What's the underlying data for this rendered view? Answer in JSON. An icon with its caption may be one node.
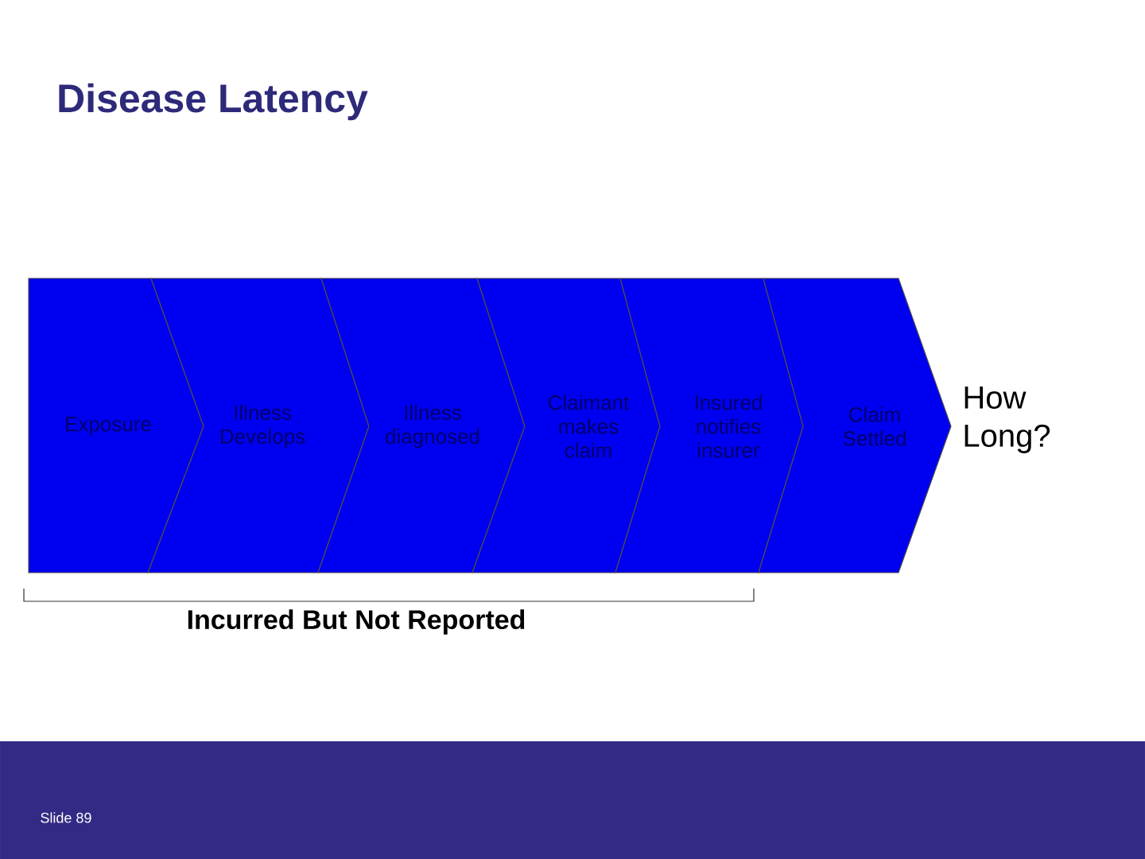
{
  "diagram": {
    "title": "Disease Latency",
    "nodes": [
      {
        "text": [
          "Exposure"
        ]
      },
      {
        "text": [
          "Illness Develops"
        ]
      },
      {
        "text": [
          "Illness diagnosed"
        ]
      },
      {
        "text": [
          "Claimant makes claim"
        ]
      },
      {
        "text": [
          "Insured notifies insurer"
        ]
      },
      {
        "text": [
          "Claim Settled"
        ]
      }
    ],
    "labels": [
      "How Long?",
      "Incurred But Not Reported",
      "Slide 89"
    ]
  }
}
